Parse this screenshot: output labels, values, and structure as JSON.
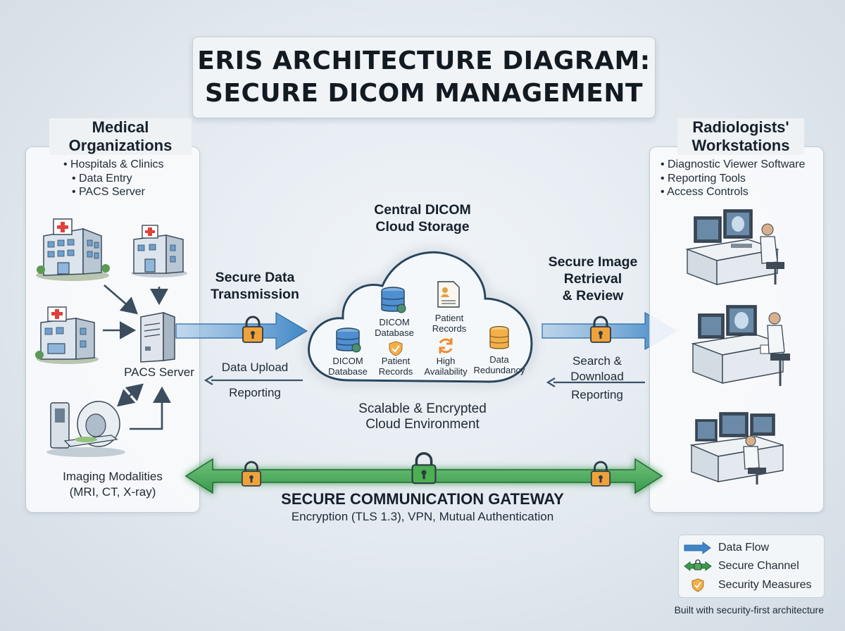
{
  "title": {
    "line1": "ERIS ARCHITECTURE DIAGRAM:",
    "line2": "SECURE DICOM MANAGEMENT"
  },
  "left_panel": {
    "heading_line1": "Medical",
    "heading_line2": "Organizations",
    "bullets": [
      "• Hospitals & Clinics",
      "• Data Entry",
      "• PACS Server"
    ],
    "pacs_label": "PACS Server",
    "modalities_line1": "Imaging Modalities",
    "modalities_line2": "(MRI, CT, X-ray)"
  },
  "right_panel": {
    "heading_line1": "Radiologists'",
    "heading_line2": "Workstations",
    "bullets": [
      "• Diagnostic Viewer Software",
      "• Reporting Tools",
      "• Access Controls"
    ]
  },
  "cloud": {
    "title_line1": "Central DICOM",
    "title_line2": "Cloud Storage",
    "items": [
      {
        "line1": "DICOM",
        "line2": "Database",
        "icon": "database-icon"
      },
      {
        "line1": "Patient",
        "line2": "Records",
        "icon": "document-icon"
      },
      {
        "line1": "DICOM",
        "line2": "Database",
        "icon": "database-icon"
      },
      {
        "line1": "Patient",
        "line2": "Records",
        "icon": "shield-icon"
      },
      {
        "line1": "High",
        "line2": "Availability",
        "icon": "sync-icon"
      },
      {
        "line1": "Data",
        "line2": "Redundancy",
        "icon": "database-icon"
      }
    ],
    "caption_line1": "Scalable & Encrypted",
    "caption_line2": "Cloud Environment"
  },
  "left_flow": {
    "title_line1": "Secure Data",
    "title_line2": "Transmission",
    "upload": "Data Upload",
    "reporting": "Reporting"
  },
  "right_flow": {
    "title_line1": "Secure Image",
    "title_line2": "Retrieval",
    "title_line3": "& Review",
    "search_line1": "Search &",
    "search_line2": "Download",
    "reporting": "Reporting"
  },
  "gateway": {
    "title": "SECURE COMMUNICATION GATEWAY",
    "subtitle": "Encryption (TLS 1.3), VPN, Mutual Authentication"
  },
  "legend": {
    "items": [
      {
        "label": "Data Flow",
        "icon": "blue-arrow-icon"
      },
      {
        "label": "Secure Channel",
        "icon": "green-lock-arrow-icon"
      },
      {
        "label": "Security Measures",
        "icon": "shield-icon"
      }
    ]
  },
  "footer": "Built with security-first architecture",
  "colors": {
    "data_flow": "#3f86c6",
    "secure_channel": "#3a9a4c",
    "lock_orange": "#f0a23a",
    "lock_green": "#4caf50",
    "database_blue": "#4f8fd1",
    "database_orange": "#f3b04a"
  }
}
